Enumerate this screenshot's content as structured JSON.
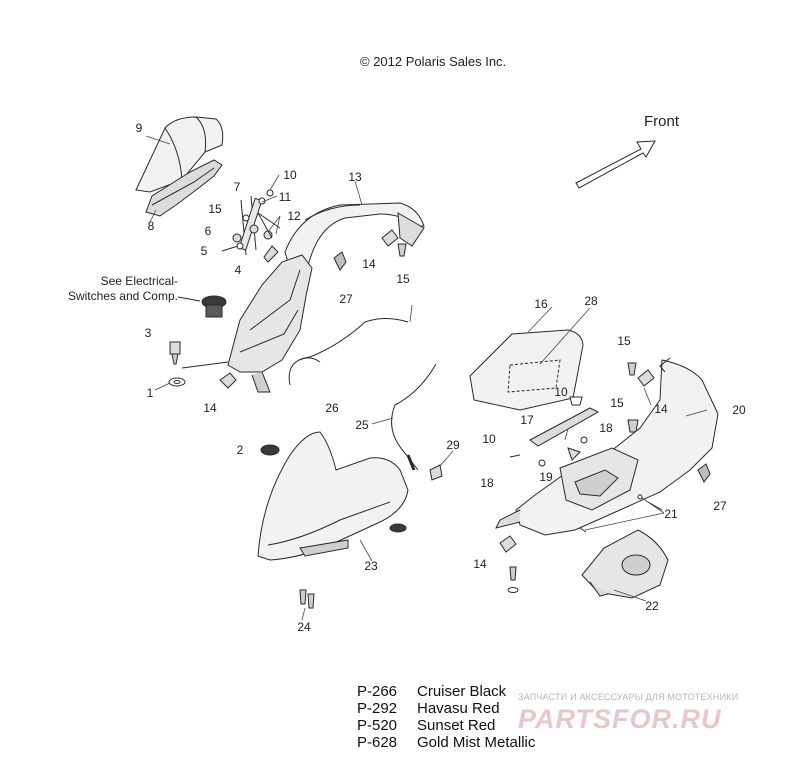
{
  "copyright": "© 2012 Polaris Sales Inc.",
  "direction_label": "Front",
  "reference_note": {
    "line1": "See Electrical-",
    "line2": "Switches and Comp."
  },
  "callouts": [
    {
      "id": "c1",
      "label": "1"
    },
    {
      "id": "c2",
      "label": "2"
    },
    {
      "id": "c3",
      "label": "3"
    },
    {
      "id": "c4",
      "label": "4"
    },
    {
      "id": "c5",
      "label": "5"
    },
    {
      "id": "c6",
      "label": "6"
    },
    {
      "id": "c7",
      "label": "7"
    },
    {
      "id": "c8",
      "label": "8"
    },
    {
      "id": "c9",
      "label": "9"
    },
    {
      "id": "c10a",
      "label": "10"
    },
    {
      "id": "c10b",
      "label": "10"
    },
    {
      "id": "c10c",
      "label": "10"
    },
    {
      "id": "c11",
      "label": "11"
    },
    {
      "id": "c12",
      "label": "12"
    },
    {
      "id": "c13",
      "label": "13"
    },
    {
      "id": "c14a",
      "label": "14"
    },
    {
      "id": "c14b",
      "label": "14"
    },
    {
      "id": "c14c",
      "label": "14"
    },
    {
      "id": "c14d",
      "label": "14"
    },
    {
      "id": "c15a",
      "label": "15"
    },
    {
      "id": "c15b",
      "label": "15"
    },
    {
      "id": "c15c",
      "label": "15"
    },
    {
      "id": "c15d",
      "label": "15"
    },
    {
      "id": "c16",
      "label": "16"
    },
    {
      "id": "c17",
      "label": "17"
    },
    {
      "id": "c18a",
      "label": "18"
    },
    {
      "id": "c18b",
      "label": "18"
    },
    {
      "id": "c19",
      "label": "19"
    },
    {
      "id": "c20",
      "label": "20"
    },
    {
      "id": "c21",
      "label": "21"
    },
    {
      "id": "c22",
      "label": "22"
    },
    {
      "id": "c23",
      "label": "23"
    },
    {
      "id": "c24",
      "label": "24"
    },
    {
      "id": "c25",
      "label": "25"
    },
    {
      "id": "c26",
      "label": "26"
    },
    {
      "id": "c27a",
      "label": "27"
    },
    {
      "id": "c27b",
      "label": "27"
    },
    {
      "id": "c28",
      "label": "28"
    },
    {
      "id": "c29",
      "label": "29"
    }
  ],
  "color_options": [
    {
      "code": "P-266",
      "name": "Cruiser Black"
    },
    {
      "code": "P-292",
      "name": "Havasu Red"
    },
    {
      "code": "P-520",
      "name": "Sunset Red"
    },
    {
      "code": "P-628",
      "name": "Gold Mist Metallic"
    }
  ],
  "watermark": {
    "tagline": "ЗАПЧАСТИ И АКСЕССУАРЫ ДЛЯ МОТОТЕХНИКИ",
    "brand": "PARTSFOR.RU"
  },
  "colors": {
    "line": "#2a2a2a",
    "part_fill": "#f2f2f2",
    "part_shade": "#cfcfcf",
    "watermark_brand": "#e9c7c7",
    "watermark_text": "#b7b7b7"
  }
}
